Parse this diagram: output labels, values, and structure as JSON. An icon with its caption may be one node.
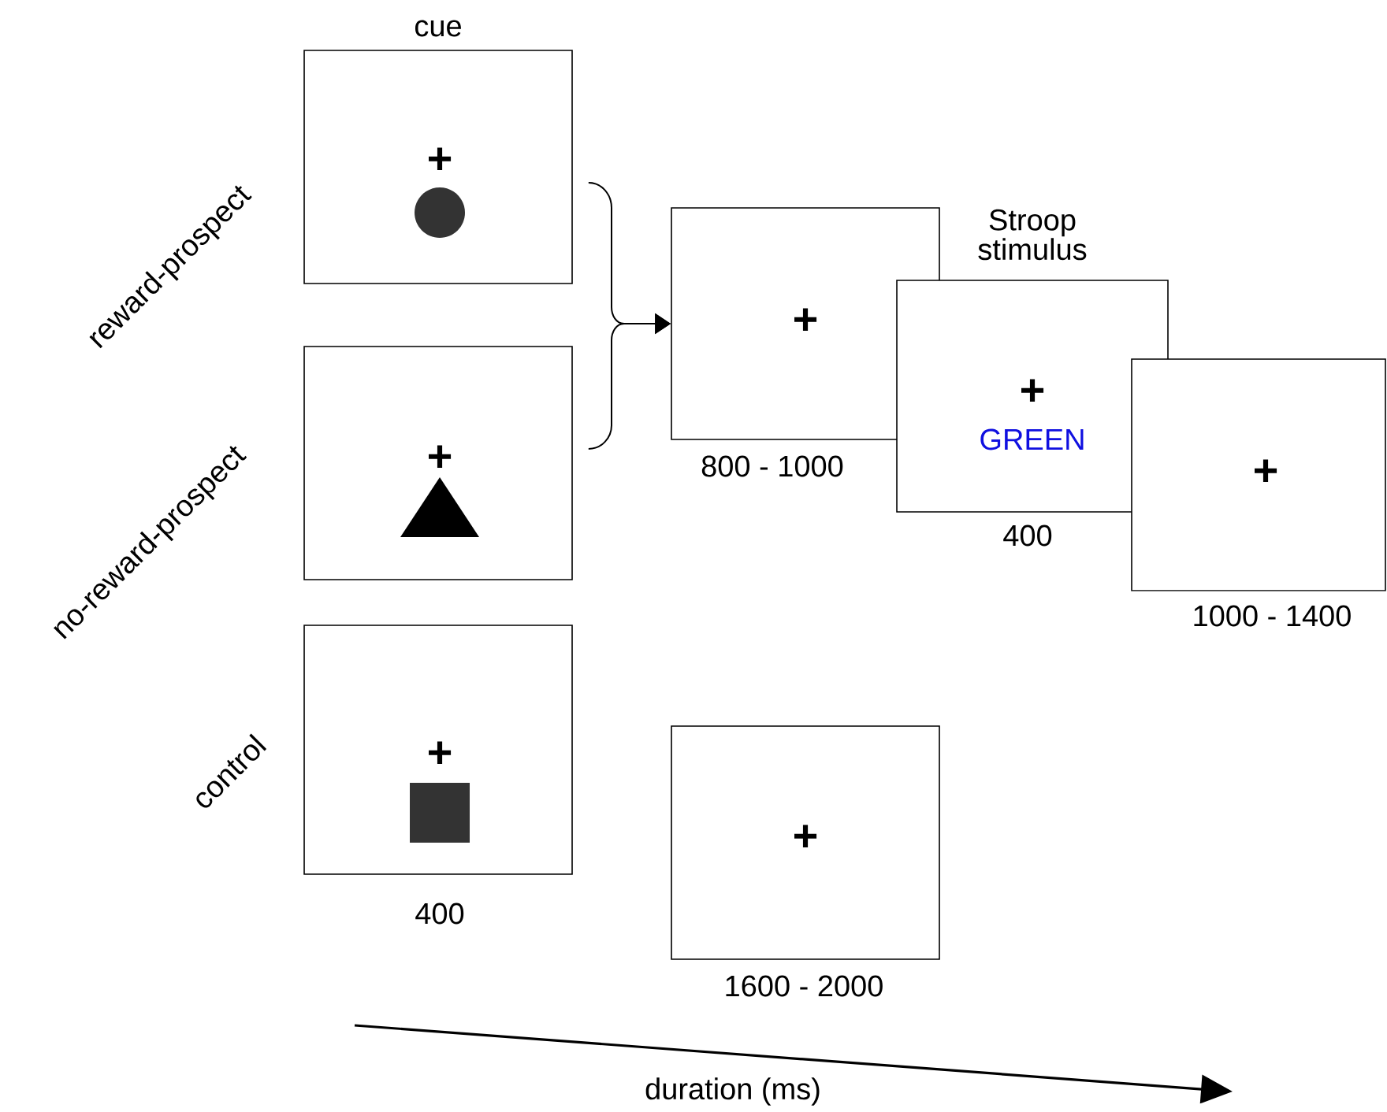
{
  "diagram": {
    "nodes": [
      {
        "text": [
          "+"
        ]
      },
      {
        "text": [
          "+"
        ]
      },
      {
        "text": [
          "+"
        ],
        "beside": [
          "400"
        ]
      },
      {
        "text": [
          "+"
        ],
        "beside": [
          "800 - 1000"
        ]
      },
      {
        "text": [
          "Stroop stimulus",
          "+",
          "GREEN"
        ],
        "beside": [
          "400"
        ]
      },
      {
        "text": [
          "+"
        ],
        "beside": [
          "1000 - 1400"
        ]
      },
      {
        "text": [
          "+"
        ],
        "beside": [
          "1600 - 2000"
        ]
      }
    ],
    "edges": [
      {
        "from": 0,
        "to": 3,
        "arrow": "to"
      },
      {
        "from": 1,
        "to": 3,
        "arrow": "to"
      }
    ],
    "labels": [
      "cue",
      "reward-prospect",
      "no-reward-prospect",
      "control",
      "duration (ms)"
    ]
  }
}
